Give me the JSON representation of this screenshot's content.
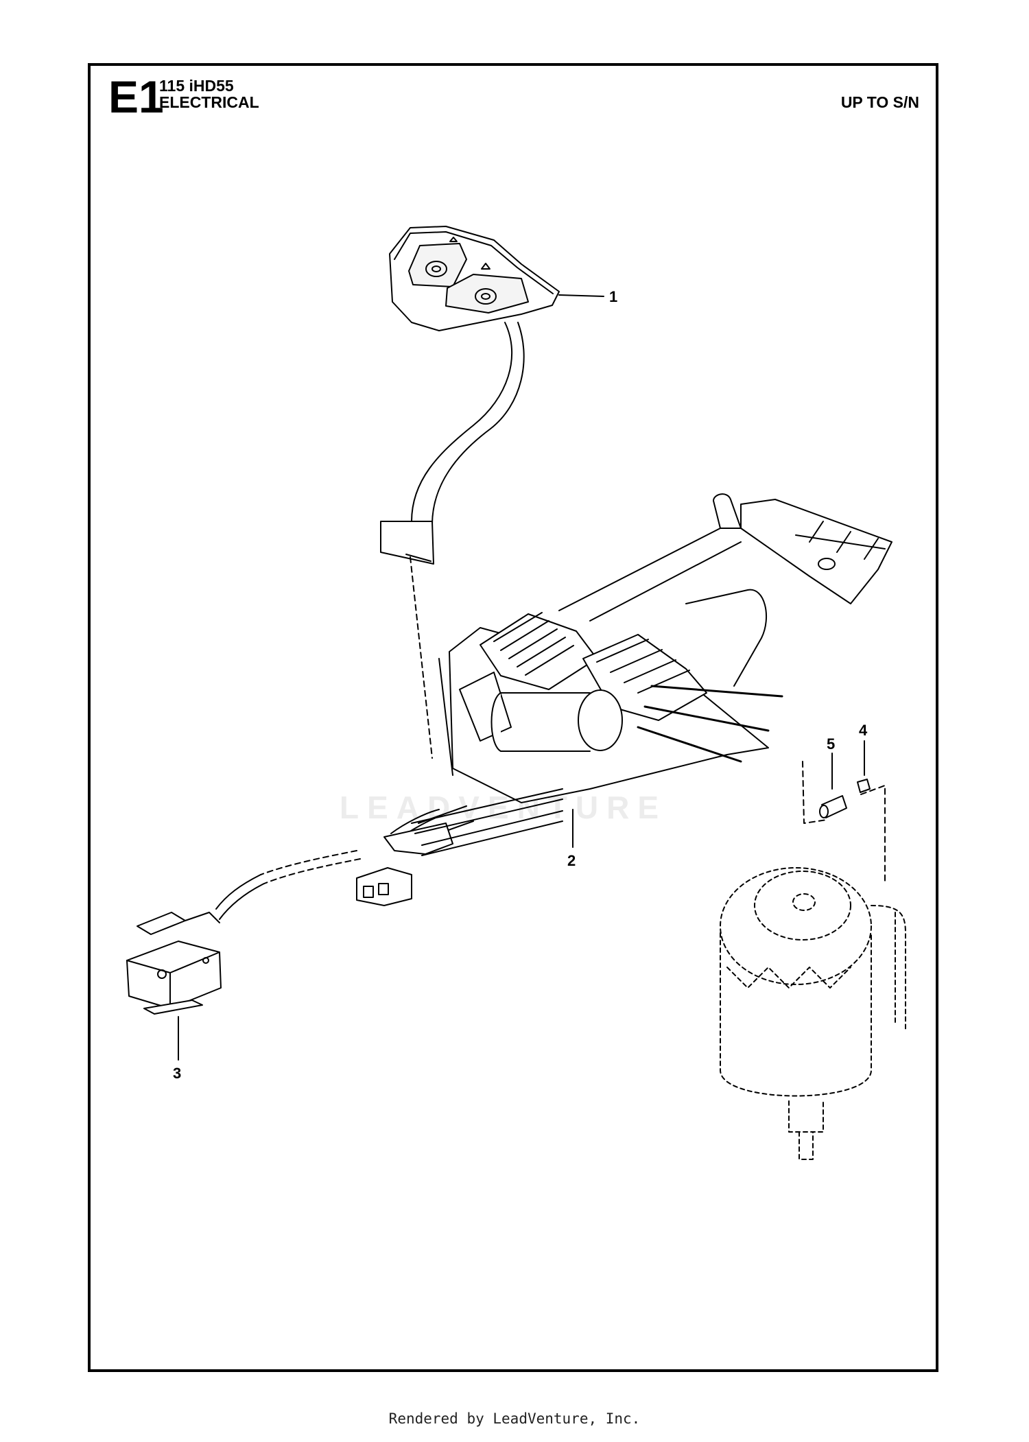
{
  "header": {
    "section_code": "E1",
    "model": "115 iHD55",
    "title": "ELECTRICAL",
    "serial_note": "UP TO S/N"
  },
  "callouts": [
    "1",
    "2",
    "3",
    "4",
    "5"
  ],
  "watermark": "LEADVENTURE",
  "footer": "Rendered by LeadVenture, Inc."
}
